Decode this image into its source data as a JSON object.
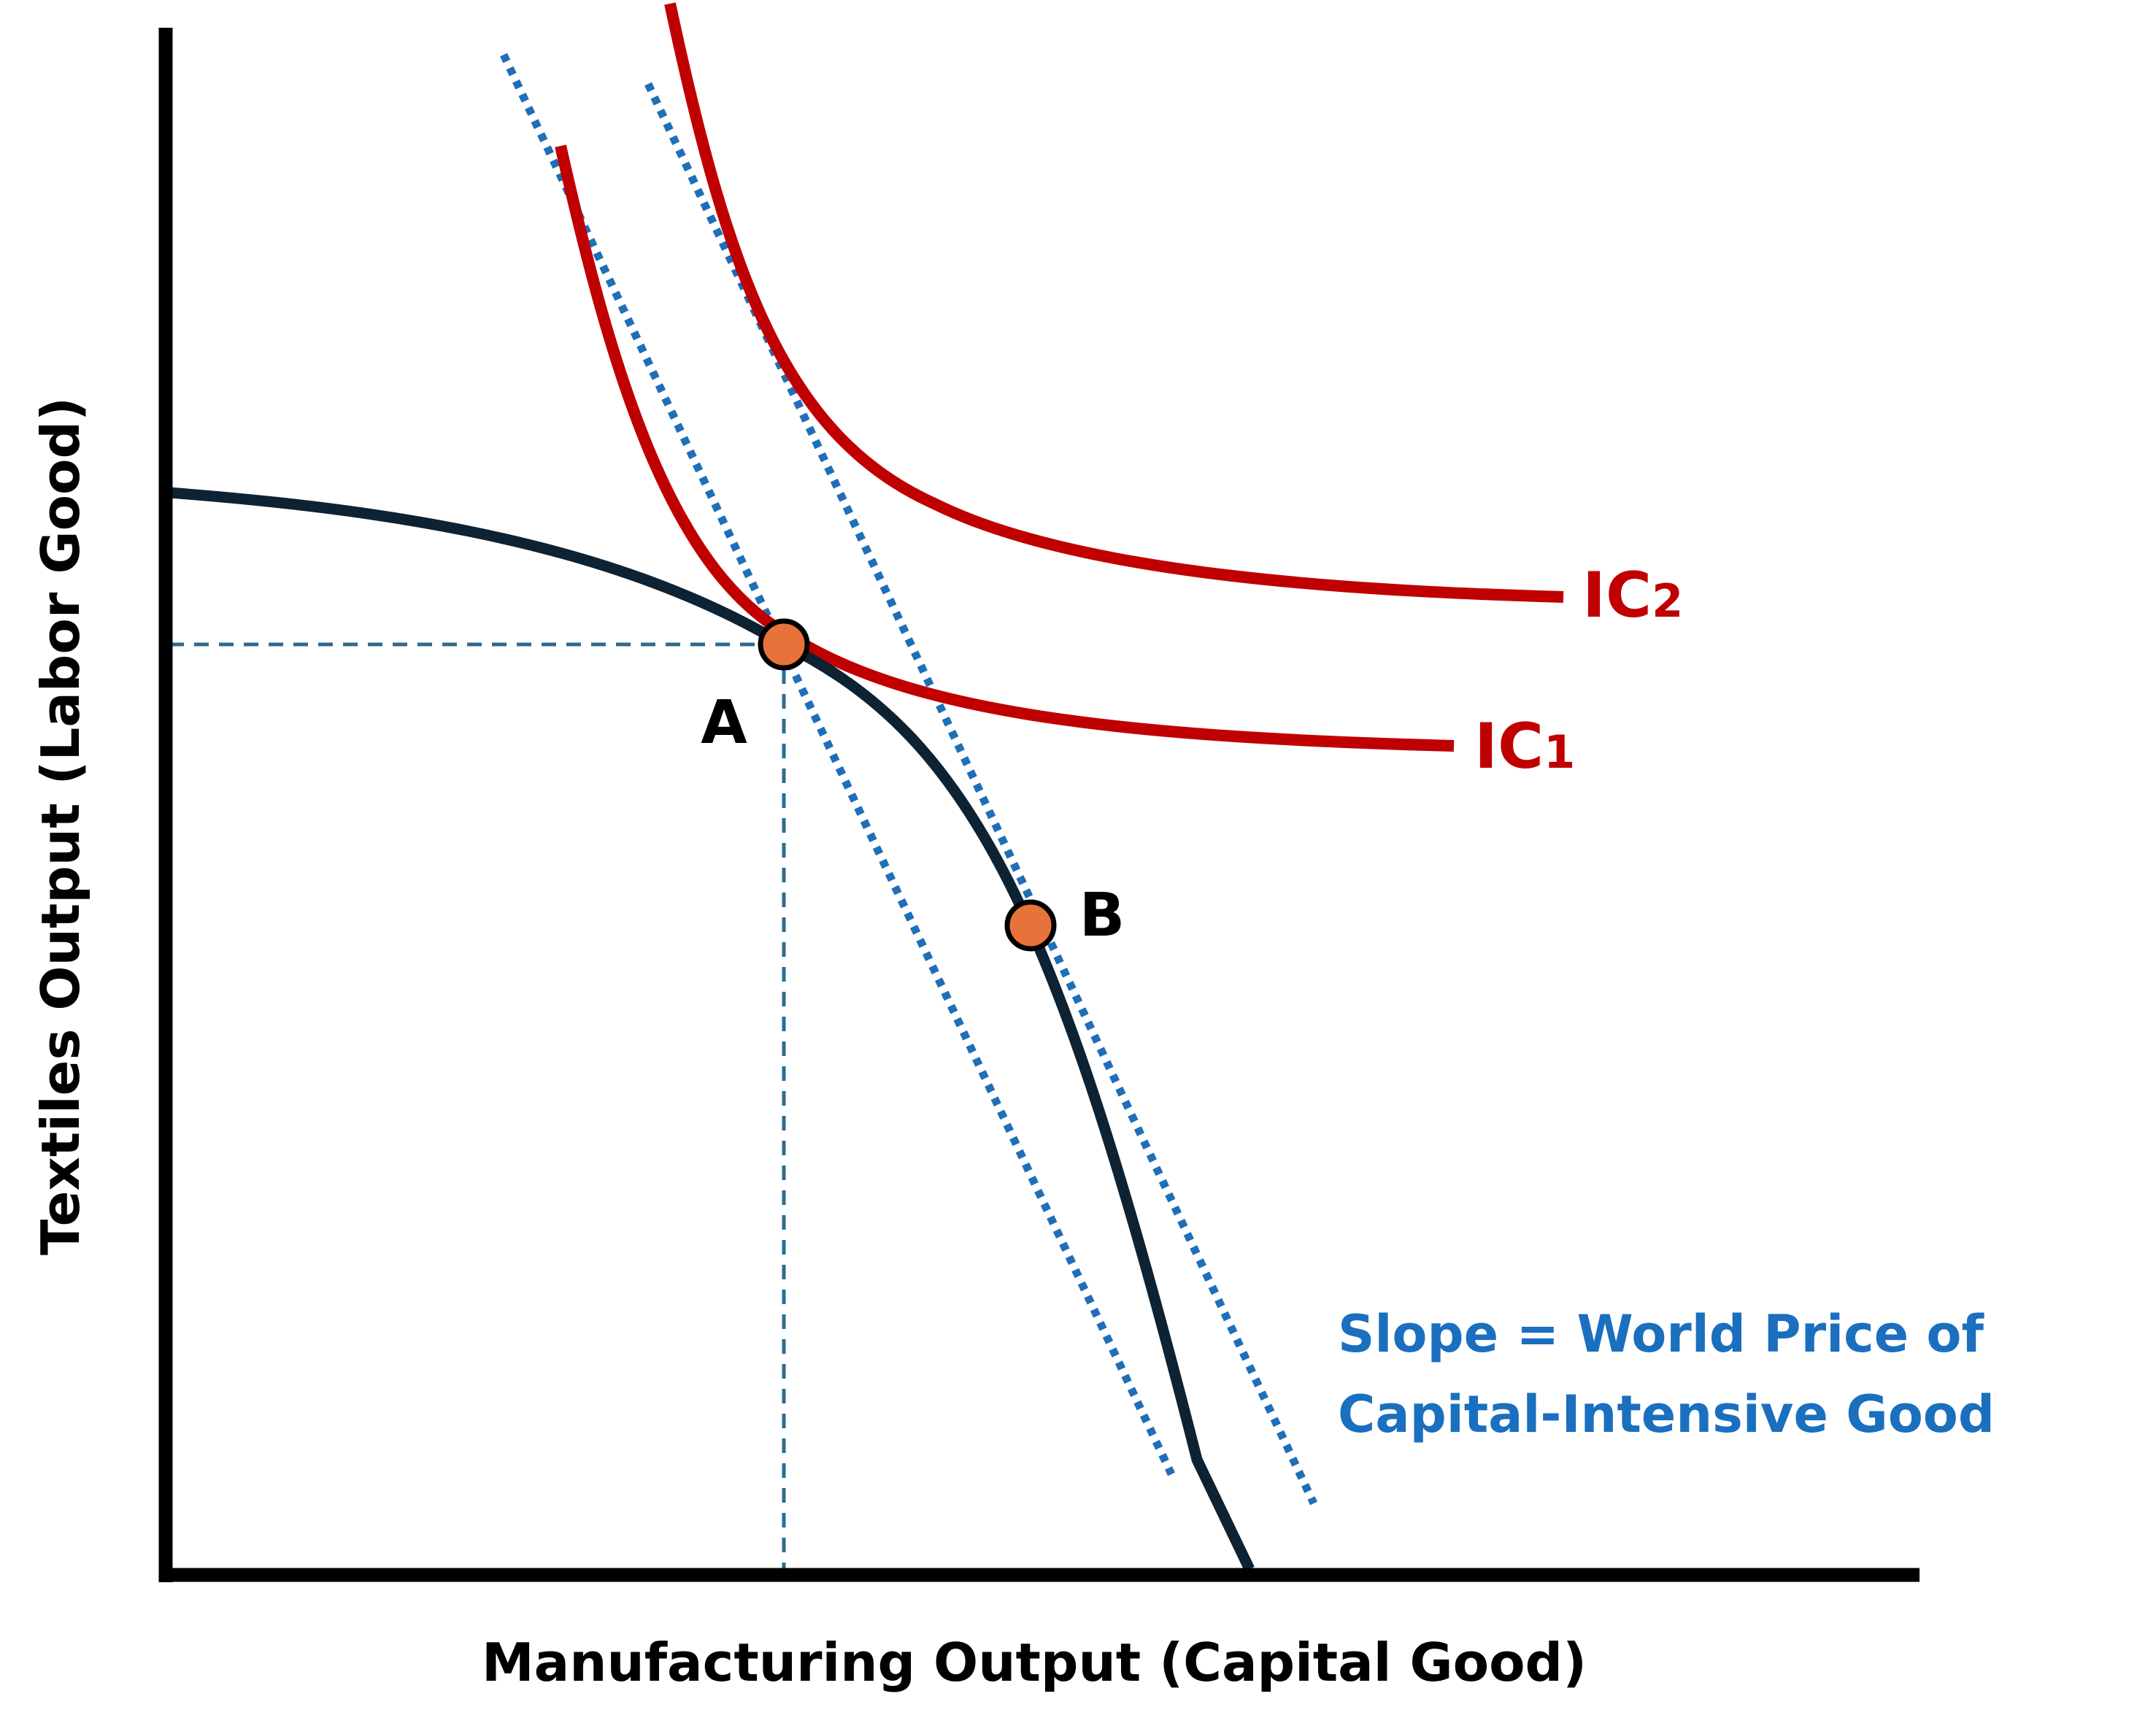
{
  "axes": {
    "x_label": "Manufacturing Output (Capital Good)",
    "y_label": "Textiles Output (Labor Good)"
  },
  "curves": {
    "ic1_prefix": "IC",
    "ic1_sub": "1",
    "ic2_prefix": "IC",
    "ic2_sub": "2"
  },
  "points": {
    "a_label": "A",
    "b_label": "B"
  },
  "annotation": {
    "line1": "Slope = World Price of",
    "line2": "Capital-Intensive Good"
  },
  "colors": {
    "axis": "#000000",
    "ppf": "#0d2233",
    "indifference": "#c00000",
    "price_line": "#1f6fb8",
    "point_fill": "#e8733a",
    "guide": "#2f6b8f",
    "annotation_text": "#1a6fbf"
  }
}
